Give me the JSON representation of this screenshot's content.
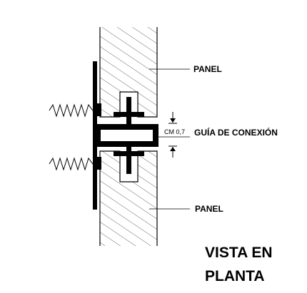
{
  "labels": {
    "panel_top": "PANEL",
    "panel_bottom": "PANEL",
    "connection_guide": "GUÍA DE CONEXIÓN",
    "dimension": "CM 0,7",
    "title_line1": "VISTA EN",
    "title_line2": "PLANTA"
  },
  "colors": {
    "line": "#000000",
    "hatch": "#555555",
    "background": "#ffffff"
  }
}
